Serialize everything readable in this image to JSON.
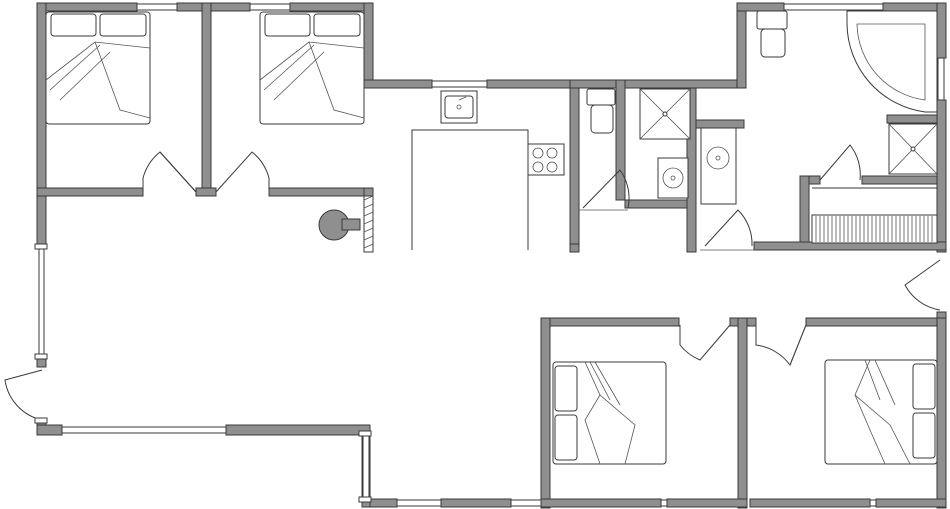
{
  "colors": {
    "wall": "#8f8f8f",
    "outline": "#3a3a3a",
    "background": "#ffffff",
    "stove": "#8f8f8f"
  },
  "rooms": [
    {
      "name": "bedroom-north-west",
      "furniture": [
        "double-bed"
      ]
    },
    {
      "name": "bedroom-north-middle",
      "furniture": [
        "double-bed"
      ]
    },
    {
      "name": "kitchen",
      "furniture": [
        "sink",
        "cooktop",
        "counter"
      ]
    },
    {
      "name": "bathroom-small",
      "furniture": [
        "toilet",
        "shower",
        "washbasin"
      ]
    },
    {
      "name": "bathroom-large",
      "furniture": [
        "toilet",
        "corner-spa-bath",
        "shower",
        "washbasin"
      ]
    },
    {
      "name": "sauna",
      "furniture": [
        "sauna-bench"
      ]
    },
    {
      "name": "living-room",
      "furniture": [
        "wood-stove"
      ]
    },
    {
      "name": "bedroom-south-middle",
      "furniture": [
        "double-bed"
      ]
    },
    {
      "name": "bedroom-south-east",
      "furniture": [
        "double-bed"
      ]
    }
  ]
}
